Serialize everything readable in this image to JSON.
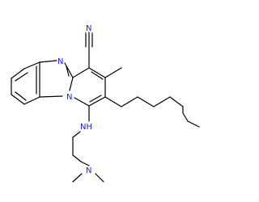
{
  "molecule": {
    "atoms": [
      {
        "id": "n_imid",
        "symbol": "N"
      },
      {
        "id": "n_bridge",
        "symbol": "N"
      },
      {
        "id": "n_nitrile",
        "symbol": "N"
      },
      {
        "id": "nh_amine",
        "symbol": "NH"
      },
      {
        "id": "n_dimethyl",
        "symbol": "N"
      }
    ],
    "colors": {
      "bond": "#000000",
      "heteroatom": "#1a1aff",
      "background": "#ffffff"
    }
  }
}
